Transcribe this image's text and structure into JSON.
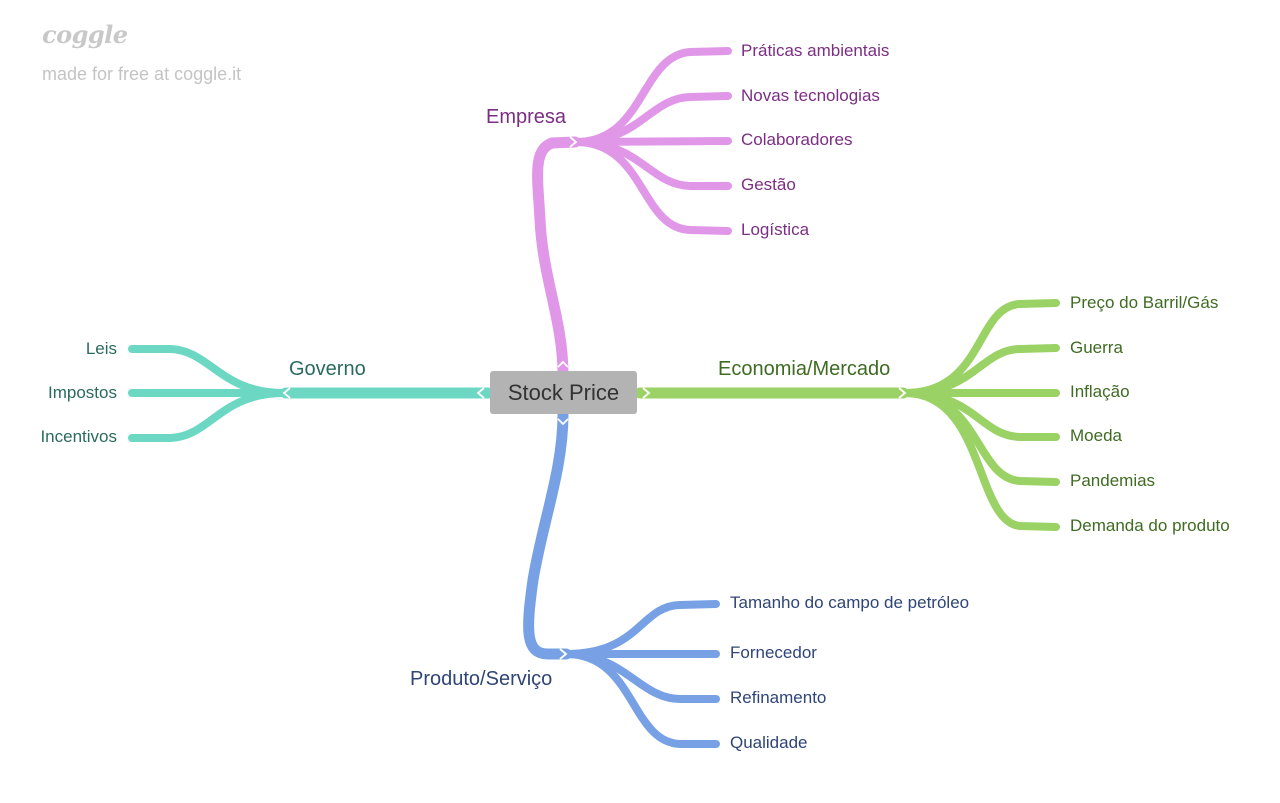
{
  "brand": {
    "logo": "coggle",
    "tagline": "made for free at coggle.it"
  },
  "root": {
    "label": "Stock Price"
  },
  "colors": {
    "empresa": "#e197e8",
    "empresa_text": "#7b2e83",
    "economia": "#9ad265",
    "economia_text": "#3f6b23",
    "governo": "#6cd8c4",
    "governo_text": "#2a6b5e",
    "produto": "#77a1e4",
    "produto_text": "#2f4577"
  },
  "branches": {
    "empresa": {
      "label": "Empresa",
      "children": [
        "Práticas ambientais",
        "Novas tecnologias",
        "Colaboradores",
        "Gestão",
        "Logística"
      ]
    },
    "economia": {
      "label": "Economia/Mercado",
      "children": [
        "Preço do Barril/Gás",
        "Guerra",
        "Inflação",
        "Moeda",
        "Pandemias",
        "Demanda do produto"
      ]
    },
    "governo": {
      "label": "Governo",
      "children": [
        "Leis",
        "Impostos",
        "Incentivos"
      ]
    },
    "produto": {
      "label": "Produto/Serviço",
      "children": [
        "Tamanho do campo de petróleo",
        "Fornecedor",
        "Refinamento",
        "Qualidade"
      ]
    }
  }
}
